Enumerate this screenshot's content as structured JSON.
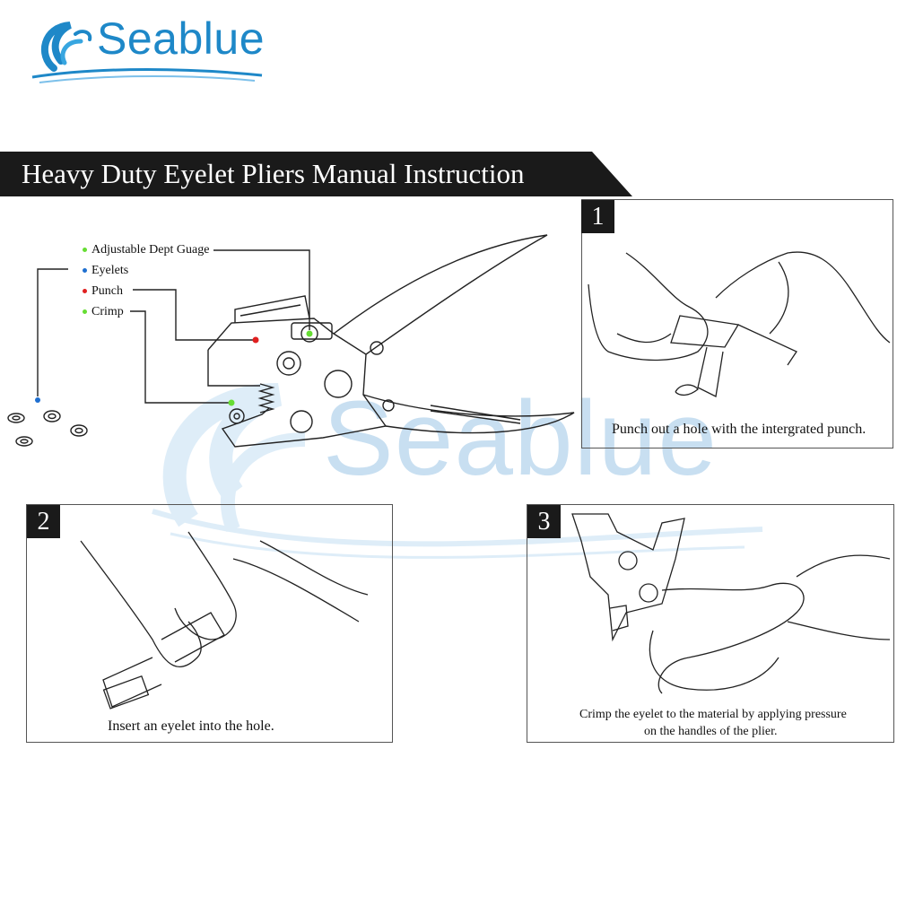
{
  "logo": {
    "brand": "Seablue"
  },
  "watermark": {
    "text": "Seablue"
  },
  "title": "Heavy Duty Eyelet  Pliers Manual Instruction",
  "legend": [
    {
      "label": "Adjustable Dept Guage",
      "color": "#66dd33"
    },
    {
      "label": "Eyelets",
      "color": "#1f6fd0"
    },
    {
      "label": "Punch",
      "color": "#e02020"
    },
    {
      "label": "Crimp",
      "color": "#66dd33"
    }
  ],
  "steps": [
    {
      "number": "1",
      "caption": "Punch out a hole with the intergrated punch."
    },
    {
      "number": "2",
      "caption": "Insert an eyelet into the hole."
    },
    {
      "number": "3",
      "caption_line1": "Crimp the eyelet to the material by applying pressure",
      "caption_line2": "on the handles of the plier."
    }
  ],
  "colors": {
    "brand_blue": "#1e88c8",
    "banner_bg": "#1a1a1a",
    "watermark_blue": "#9cc6e6"
  }
}
